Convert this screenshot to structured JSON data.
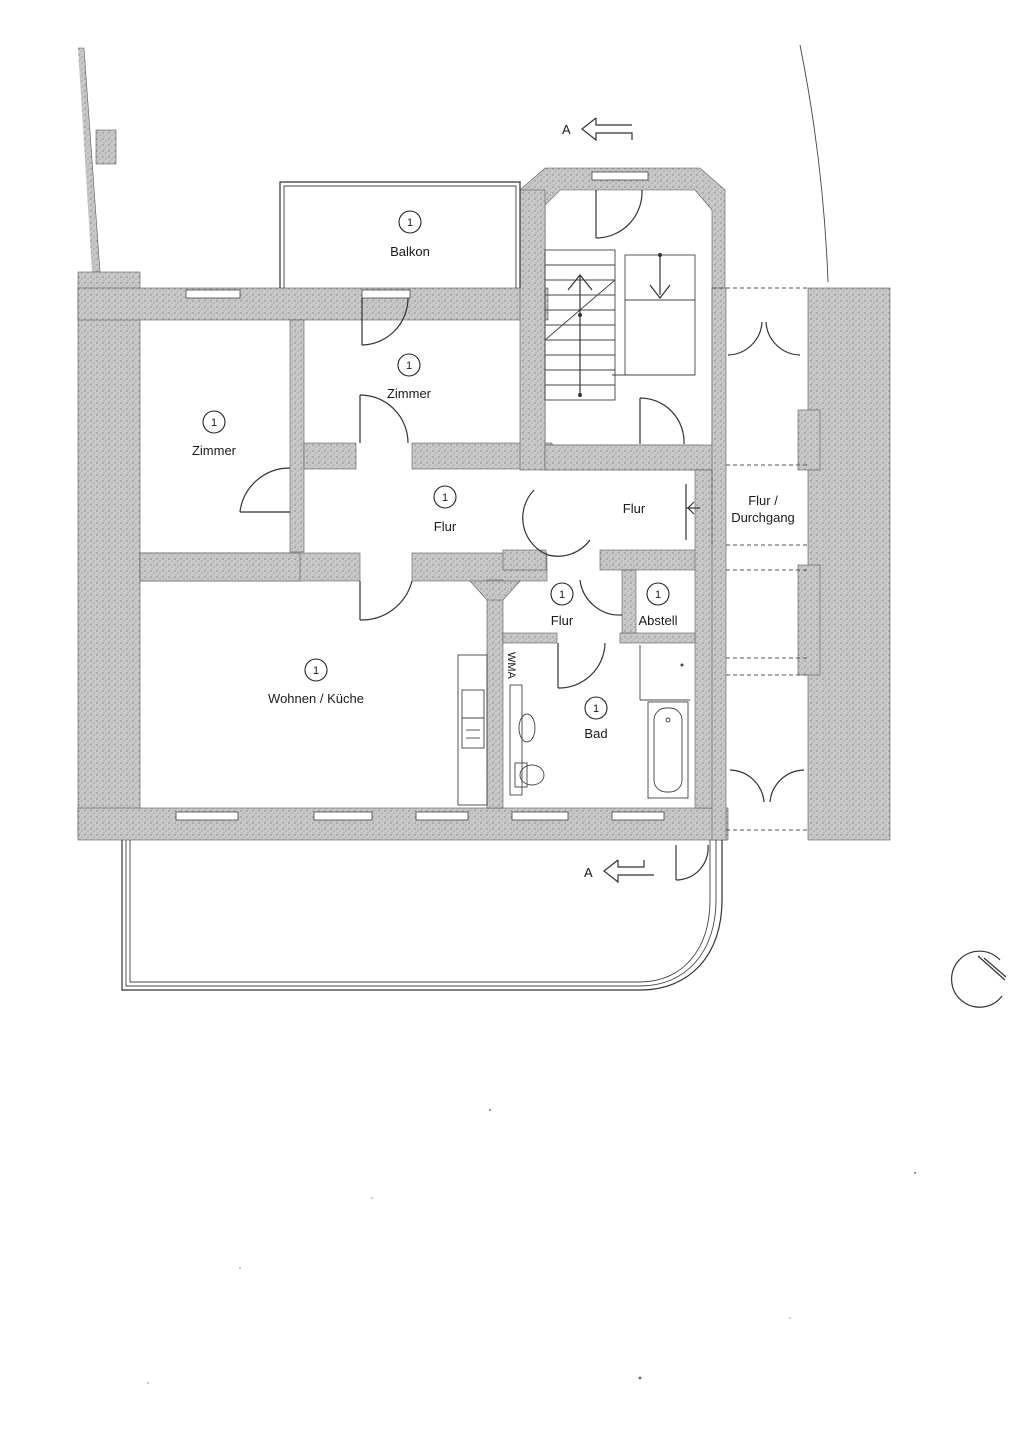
{
  "rooms": [
    {
      "id": "balkon",
      "label": "Balkon",
      "number": "1"
    },
    {
      "id": "zimmer-left",
      "label": "Zimmer",
      "number": "1"
    },
    {
      "id": "zimmer-center",
      "label": "Zimmer",
      "number": "1"
    },
    {
      "id": "flur-main",
      "label": "Flur",
      "number": "1"
    },
    {
      "id": "flur-stair",
      "label": "Flur"
    },
    {
      "id": "flur-durchgang",
      "label": "Flur /",
      "label2": "Durchgang"
    },
    {
      "id": "flur-small",
      "label": "Flur",
      "number": "1"
    },
    {
      "id": "abstell",
      "label": "Abstell",
      "number": "1"
    },
    {
      "id": "wohnen-kueche",
      "label": "Wohnen / Küche",
      "number": "1"
    },
    {
      "id": "bad",
      "label": "Bad",
      "number": "1"
    }
  ],
  "section_markers": {
    "top": "A",
    "bottom": "A"
  },
  "fixtures": {
    "washing_machine": "WMA"
  },
  "icons": {
    "north": "north-arrow-icon",
    "section": "section-arrow-icon",
    "stair": "stair-arrow-icon"
  }
}
